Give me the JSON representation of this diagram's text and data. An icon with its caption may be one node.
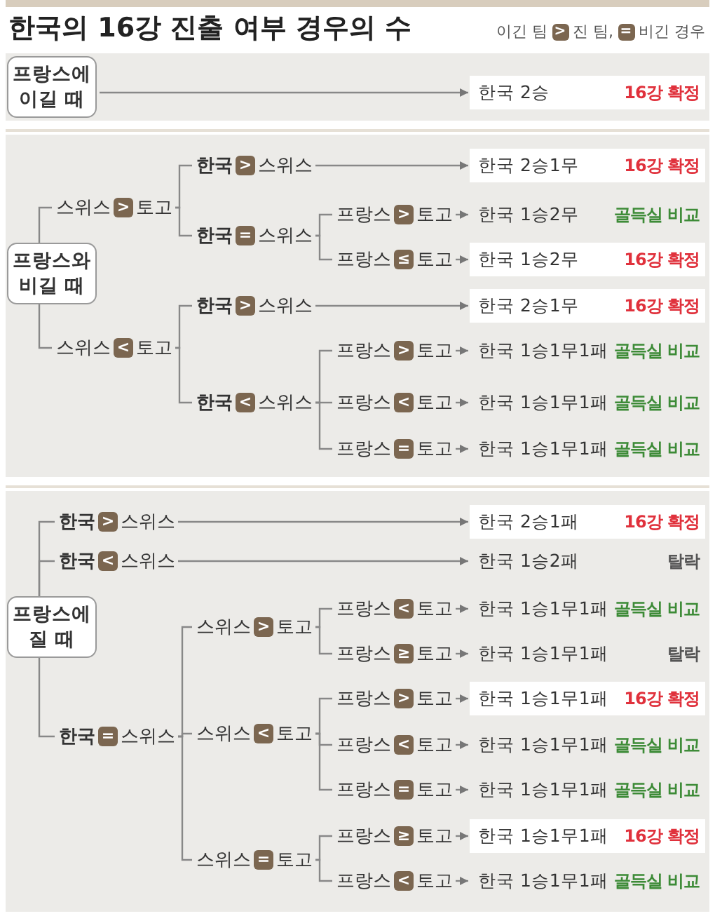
{
  "diagram": {
    "title": "한국의 16강 진출 여부 경우의 수",
    "labels": [
      "이긴 팀",
      ">",
      "진 팀,",
      "=",
      "비긴 경우"
    ],
    "nodes": [
      {
        "text": [
          "프랑스에 이길 때"
        ]
      },
      {
        "text": [
          "한국 2승",
          "16강 확정"
        ]
      },
      {
        "text": [
          "프랑스와 비길 때"
        ]
      },
      {
        "text": [
          "스위스",
          ">",
          "토고"
        ]
      },
      {
        "text": [
          "한국",
          ">",
          "스위스"
        ]
      },
      {
        "text": [
          "한국 2승1무",
          "16강 확정"
        ]
      },
      {
        "text": [
          "한국",
          "=",
          "스위스"
        ]
      },
      {
        "text": [
          "프랑스",
          ">",
          "토고"
        ]
      },
      {
        "text": [
          "한국 1승2무",
          "골득실 비교"
        ]
      },
      {
        "text": [
          "프랑스",
          "≤",
          "토고"
        ]
      },
      {
        "text": [
          "한국 1승2무",
          "16강 확정"
        ]
      },
      {
        "text": [
          "스위스",
          "<",
          "토고"
        ]
      },
      {
        "text": [
          "한국",
          ">",
          "스위스"
        ]
      },
      {
        "text": [
          "한국 2승1무",
          "16강 확정"
        ]
      },
      {
        "text": [
          "한국",
          "<",
          "스위스"
        ]
      },
      {
        "text": [
          "프랑스",
          ">",
          "토고"
        ]
      },
      {
        "text": [
          "한국 1승1무1패",
          "골득실 비교"
        ]
      },
      {
        "text": [
          "프랑스",
          "<",
          "토고"
        ]
      },
      {
        "text": [
          "한국 1승1무1패",
          "골득실 비교"
        ]
      },
      {
        "text": [
          "프랑스",
          "=",
          "토고"
        ]
      },
      {
        "text": [
          "한국 1승1무1패",
          "골득실 비교"
        ]
      },
      {
        "text": [
          "프랑스에 질 때"
        ]
      },
      {
        "text": [
          "한국",
          ">",
          "스위스"
        ]
      },
      {
        "text": [
          "한국 2승1패",
          "16강 확정"
        ]
      },
      {
        "text": [
          "한국",
          "<",
          "스위스"
        ]
      },
      {
        "text": [
          "한국 1승2패",
          "탈락"
        ]
      },
      {
        "text": [
          "한국",
          "=",
          "스위스"
        ]
      },
      {
        "text": [
          "스위스",
          ">",
          "토고"
        ]
      },
      {
        "text": [
          "프랑스",
          "<",
          "토고"
        ]
      },
      {
        "text": [
          "한국 1승1무1패",
          "골득실 비교"
        ]
      },
      {
        "text": [
          "프랑스",
          "≥",
          "토고"
        ]
      },
      {
        "text": [
          "한국 1승1무1패",
          "탈락"
        ]
      },
      {
        "text": [
          "스위스",
          "<",
          "토고"
        ]
      },
      {
        "text": [
          "프랑스",
          ">",
          "토고"
        ]
      },
      {
        "text": [
          "한국 1승1무1패",
          "16강 확정"
        ]
      },
      {
        "text": [
          "프랑스",
          "<",
          "토고"
        ]
      },
      {
        "text": [
          "한국 1승1무1패",
          "골득실 비교"
        ]
      },
      {
        "text": [
          "프랑스",
          "=",
          "토고"
        ]
      },
      {
        "text": [
          "한국 1승1무1패",
          "골득실 비교"
        ]
      },
      {
        "text": [
          "스위스",
          "=",
          "토고"
        ]
      },
      {
        "text": [
          "프랑스",
          "≥",
          "토고"
        ]
      },
      {
        "text": [
          "한국 1승1무1패",
          "16강 확정"
        ]
      },
      {
        "text": [
          "프랑스",
          "<",
          "토고"
        ]
      },
      {
        "text": [
          "한국 1승1무1패",
          "골득실 비교"
        ]
      }
    ],
    "edges": [
      {
        "from": 0,
        "to": 1,
        "arrow": "to"
      },
      {
        "from": 2,
        "to": 3,
        "arrow": "none"
      },
      {
        "from": 2,
        "to": 11,
        "arrow": "none"
      },
      {
        "from": 3,
        "to": 4,
        "arrow": "none"
      },
      {
        "from": 3,
        "to": 6,
        "arrow": "none"
      },
      {
        "from": 4,
        "to": 5,
        "arrow": "to"
      },
      {
        "from": 6,
        "to": 7,
        "arrow": "none"
      },
      {
        "from": 6,
        "to": 9,
        "arrow": "none"
      },
      {
        "from": 7,
        "to": 8,
        "arrow": "to"
      },
      {
        "from": 9,
        "to": 10,
        "arrow": "to"
      },
      {
        "from": 11,
        "to": 12,
        "arrow": "none"
      },
      {
        "from": 11,
        "to": 14,
        "arrow": "none"
      },
      {
        "from": 12,
        "to": 13,
        "arrow": "to"
      },
      {
        "from": 14,
        "to": 15,
        "arrow": "none"
      },
      {
        "from": 14,
        "to": 17,
        "arrow": "none"
      },
      {
        "from": 14,
        "to": 19,
        "arrow": "none"
      },
      {
        "from": 15,
        "to": 16,
        "arrow": "to"
      },
      {
        "from": 17,
        "to": 18,
        "arrow": "to"
      },
      {
        "from": 19,
        "to": 20,
        "arrow": "to"
      },
      {
        "from": 21,
        "to": 22,
        "arrow": "none"
      },
      {
        "from": 21,
        "to": 24,
        "arrow": "none"
      },
      {
        "from": 21,
        "to": 26,
        "arrow": "none"
      },
      {
        "from": 22,
        "to": 23,
        "arrow": "to"
      },
      {
        "from": 24,
        "to": 25,
        "arrow": "to"
      },
      {
        "from": 26,
        "to": 27,
        "arrow": "none"
      },
      {
        "from": 26,
        "to": 32,
        "arrow": "none"
      },
      {
        "from": 26,
        "to": 39,
        "arrow": "none"
      },
      {
        "from": 27,
        "to": 28,
        "arrow": "none"
      },
      {
        "from": 27,
        "to": 30,
        "arrow": "none"
      },
      {
        "from": 28,
        "to": 29,
        "arrow": "to"
      },
      {
        "from": 30,
        "to": 31,
        "arrow": "to"
      },
      {
        "from": 32,
        "to": 33,
        "arrow": "none"
      },
      {
        "from": 32,
        "to": 35,
        "arrow": "none"
      },
      {
        "from": 32,
        "to": 37,
        "arrow": "none"
      },
      {
        "from": 33,
        "to": 34,
        "arrow": "to"
      },
      {
        "from": 35,
        "to": 36,
        "arrow": "to"
      },
      {
        "from": 37,
        "to": 38,
        "arrow": "to"
      },
      {
        "from": 39,
        "to": 40,
        "arrow": "none"
      },
      {
        "from": 39,
        "to": 42,
        "arrow": "none"
      },
      {
        "from": 40,
        "to": 41,
        "arrow": "to"
      },
      {
        "from": 42,
        "to": 43,
        "arrow": "to"
      }
    ]
  }
}
